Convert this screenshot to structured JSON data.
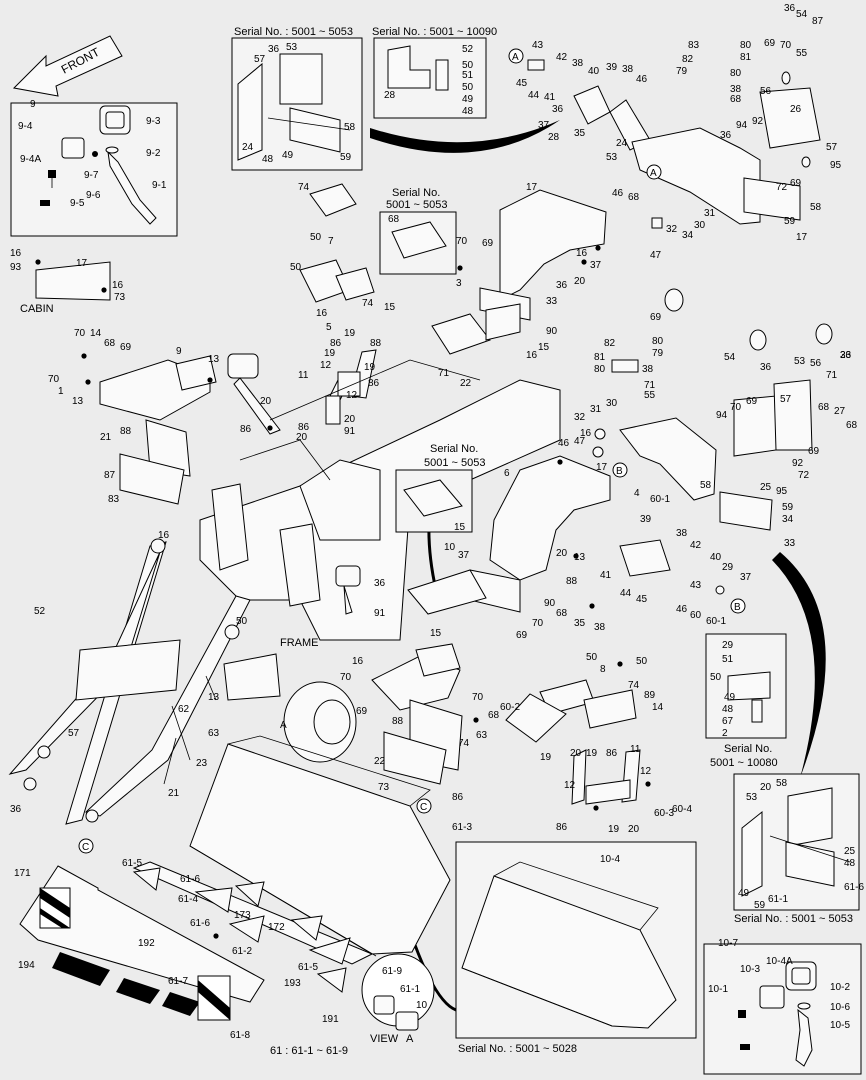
{
  "front_label": "FRONT",
  "cabin_label": "CABIN",
  "frame_label": "FRAME",
  "view_label": "VIEW",
  "view_letter": "A",
  "footnote": "61 : 61-1 ~ 61-9",
  "serials": {
    "s1": "Serial No. : 5001 ~ 5053",
    "s2": "Serial No. : 5001 ~ 10090",
    "s3a": "Serial No.",
    "s3b": "5001 ~ 5053",
    "s4a": "Serial No.",
    "s4b": "5001 ~ 5053",
    "s5a": "Serial No.",
    "s5b": "5001 ~ 10080",
    "s6": "Serial No. : 5001 ~ 5053",
    "s7": "Serial No. : 5001 ~ 5028"
  },
  "circle_marks": [
    "A",
    "A",
    "B",
    "B",
    "C",
    "C"
  ],
  "labels": [
    "9",
    "9-4",
    "9-3",
    "9-2",
    "9-4A",
    "9-7",
    "9-1",
    "9-6",
    "9-5",
    "36",
    "53",
    "57",
    "58",
    "24",
    "48",
    "49",
    "59",
    "52",
    "50",
    "51",
    "50",
    "49",
    "48",
    "28",
    "43",
    "42",
    "38",
    "40",
    "39",
    "38",
    "46",
    "45",
    "44",
    "41",
    "36",
    "37",
    "28",
    "35",
    "24",
    "53",
    "36",
    "54",
    "87",
    "83",
    "80",
    "81",
    "82",
    "79",
    "80",
    "38",
    "68",
    "69",
    "70",
    "55",
    "56",
    "26",
    "57",
    "36",
    "94",
    "92",
    "72",
    "69",
    "95",
    "58",
    "59",
    "17",
    "16",
    "93",
    "17",
    "16",
    "73",
    "74",
    "50",
    "7",
    "50",
    "74",
    "15",
    "16",
    "5",
    "68",
    "70",
    "69",
    "3",
    "17",
    "16",
    "37",
    "36",
    "20",
    "33",
    "31",
    "34",
    "30",
    "32",
    "47",
    "46",
    "68",
    "69",
    "70",
    "14",
    "68",
    "69",
    "70",
    "1",
    "13",
    "9",
    "13",
    "20",
    "86",
    "20",
    "19",
    "19",
    "86",
    "12",
    "11",
    "86",
    "12",
    "19",
    "20",
    "86",
    "88",
    "91",
    "90",
    "15",
    "16",
    "71",
    "22",
    "23",
    "21",
    "88",
    "87",
    "83",
    "82",
    "80",
    "81",
    "79",
    "80",
    "38",
    "71",
    "55",
    "54",
    "36",
    "53",
    "56",
    "71",
    "57",
    "36",
    "94",
    "70",
    "69",
    "68",
    "27",
    "68",
    "69",
    "92",
    "72",
    "25",
    "95",
    "58",
    "59",
    "34",
    "33",
    "31",
    "30",
    "32",
    "16",
    "17",
    "46",
    "47",
    "4",
    "60-1",
    "6",
    "16",
    "15",
    "10",
    "37",
    "36",
    "20",
    "13",
    "88",
    "91",
    "90",
    "70",
    "69",
    "68",
    "35",
    "38",
    "39",
    "40",
    "38",
    "42",
    "43",
    "29",
    "37",
    "41",
    "44",
    "45",
    "46",
    "60",
    "60-1",
    "52",
    "50",
    "29",
    "51",
    "50",
    "49",
    "48",
    "67",
    "2",
    "13",
    "16",
    "15",
    "50",
    "8",
    "50",
    "74",
    "89",
    "14",
    "70",
    "69",
    "70",
    "68",
    "74",
    "60-2",
    "63",
    "62",
    "63",
    "23",
    "21",
    "88",
    "22",
    "73",
    "86",
    "19",
    "20",
    "19",
    "86",
    "86",
    "11",
    "12",
    "12",
    "19",
    "20",
    "60-3",
    "60-4",
    "57",
    "36",
    "53",
    "20",
    "58",
    "25",
    "48",
    "49",
    "59",
    "61-1",
    "61-6",
    "61-3",
    "61-5",
    "61-6",
    "61-4",
    "173",
    "172",
    "61-6",
    "61-2",
    "61-5",
    "193",
    "191",
    "171",
    "194",
    "192",
    "61-7",
    "61-8",
    "61-9",
    "61-1",
    "10",
    "10-4",
    "10-7",
    "10-3",
    "10-4A",
    "10-2",
    "10-1",
    "10-6",
    "10-5"
  ]
}
